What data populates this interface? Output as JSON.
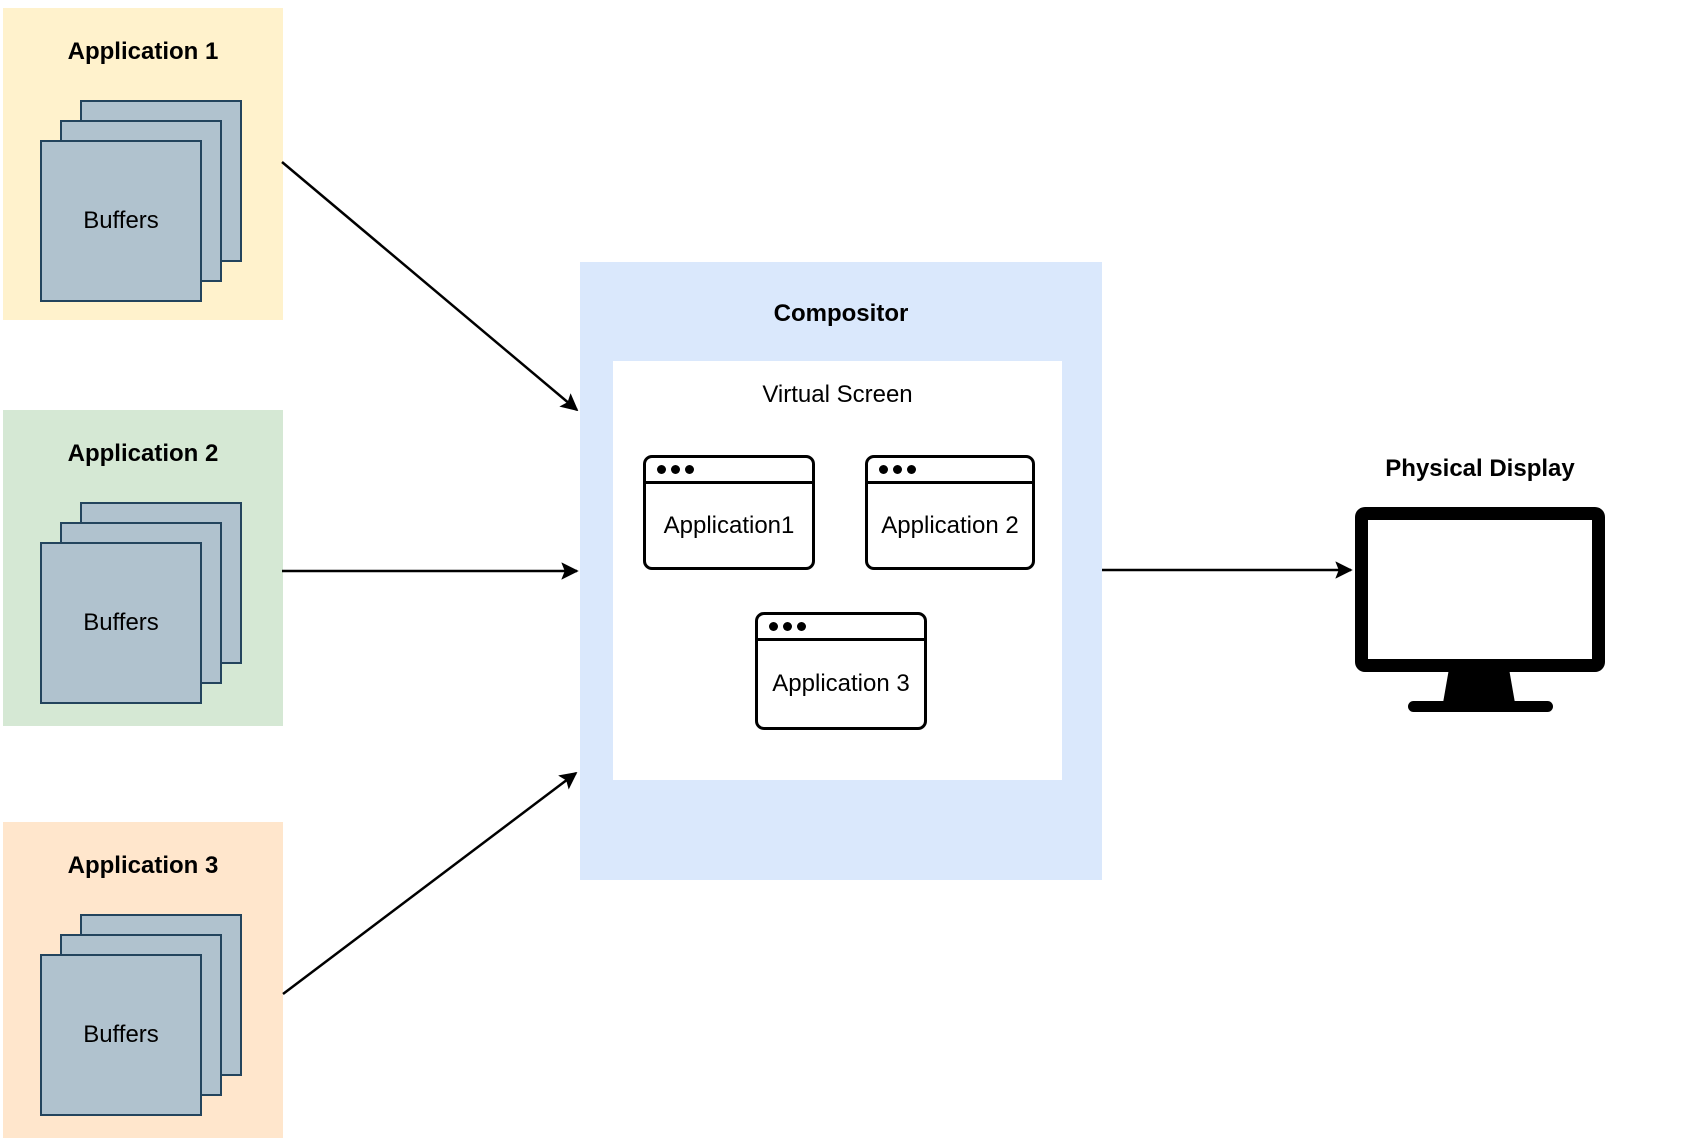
{
  "applications": [
    {
      "label": "Application 1",
      "buffers_label": "Buffers",
      "bg": "#FFF2CC"
    },
    {
      "label": "Application 2",
      "buffers_label": "Buffers",
      "bg": "#D5E8D4"
    },
    {
      "label": "Application 3",
      "buffers_label": "Buffers",
      "bg": "#FFE6CC"
    }
  ],
  "compositor": {
    "label": "Compositor",
    "bg": "#DAE8FC",
    "virtual_screen": {
      "label": "Virtual Screen",
      "bg": "#FFFFFF",
      "windows": [
        {
          "label": "Application1"
        },
        {
          "label": "Application 2"
        },
        {
          "label": "Application 3"
        }
      ]
    }
  },
  "physical_display": {
    "label": "Physical Display"
  },
  "connections": [
    {
      "from": "Application 1",
      "to": "Compositor"
    },
    {
      "from": "Application 2",
      "to": "Compositor"
    },
    {
      "from": "Application 3",
      "to": "Compositor"
    },
    {
      "from": "Compositor",
      "to": "Physical Display"
    }
  ],
  "colors": {
    "buffer_fill": "#B0C2CE",
    "buffer_border": "#23445D",
    "window_border": "#000000",
    "arrow": "#000000",
    "text": "#000000"
  },
  "icons": {
    "window_controls": "window-dots-icon",
    "display": "monitor-icon"
  }
}
